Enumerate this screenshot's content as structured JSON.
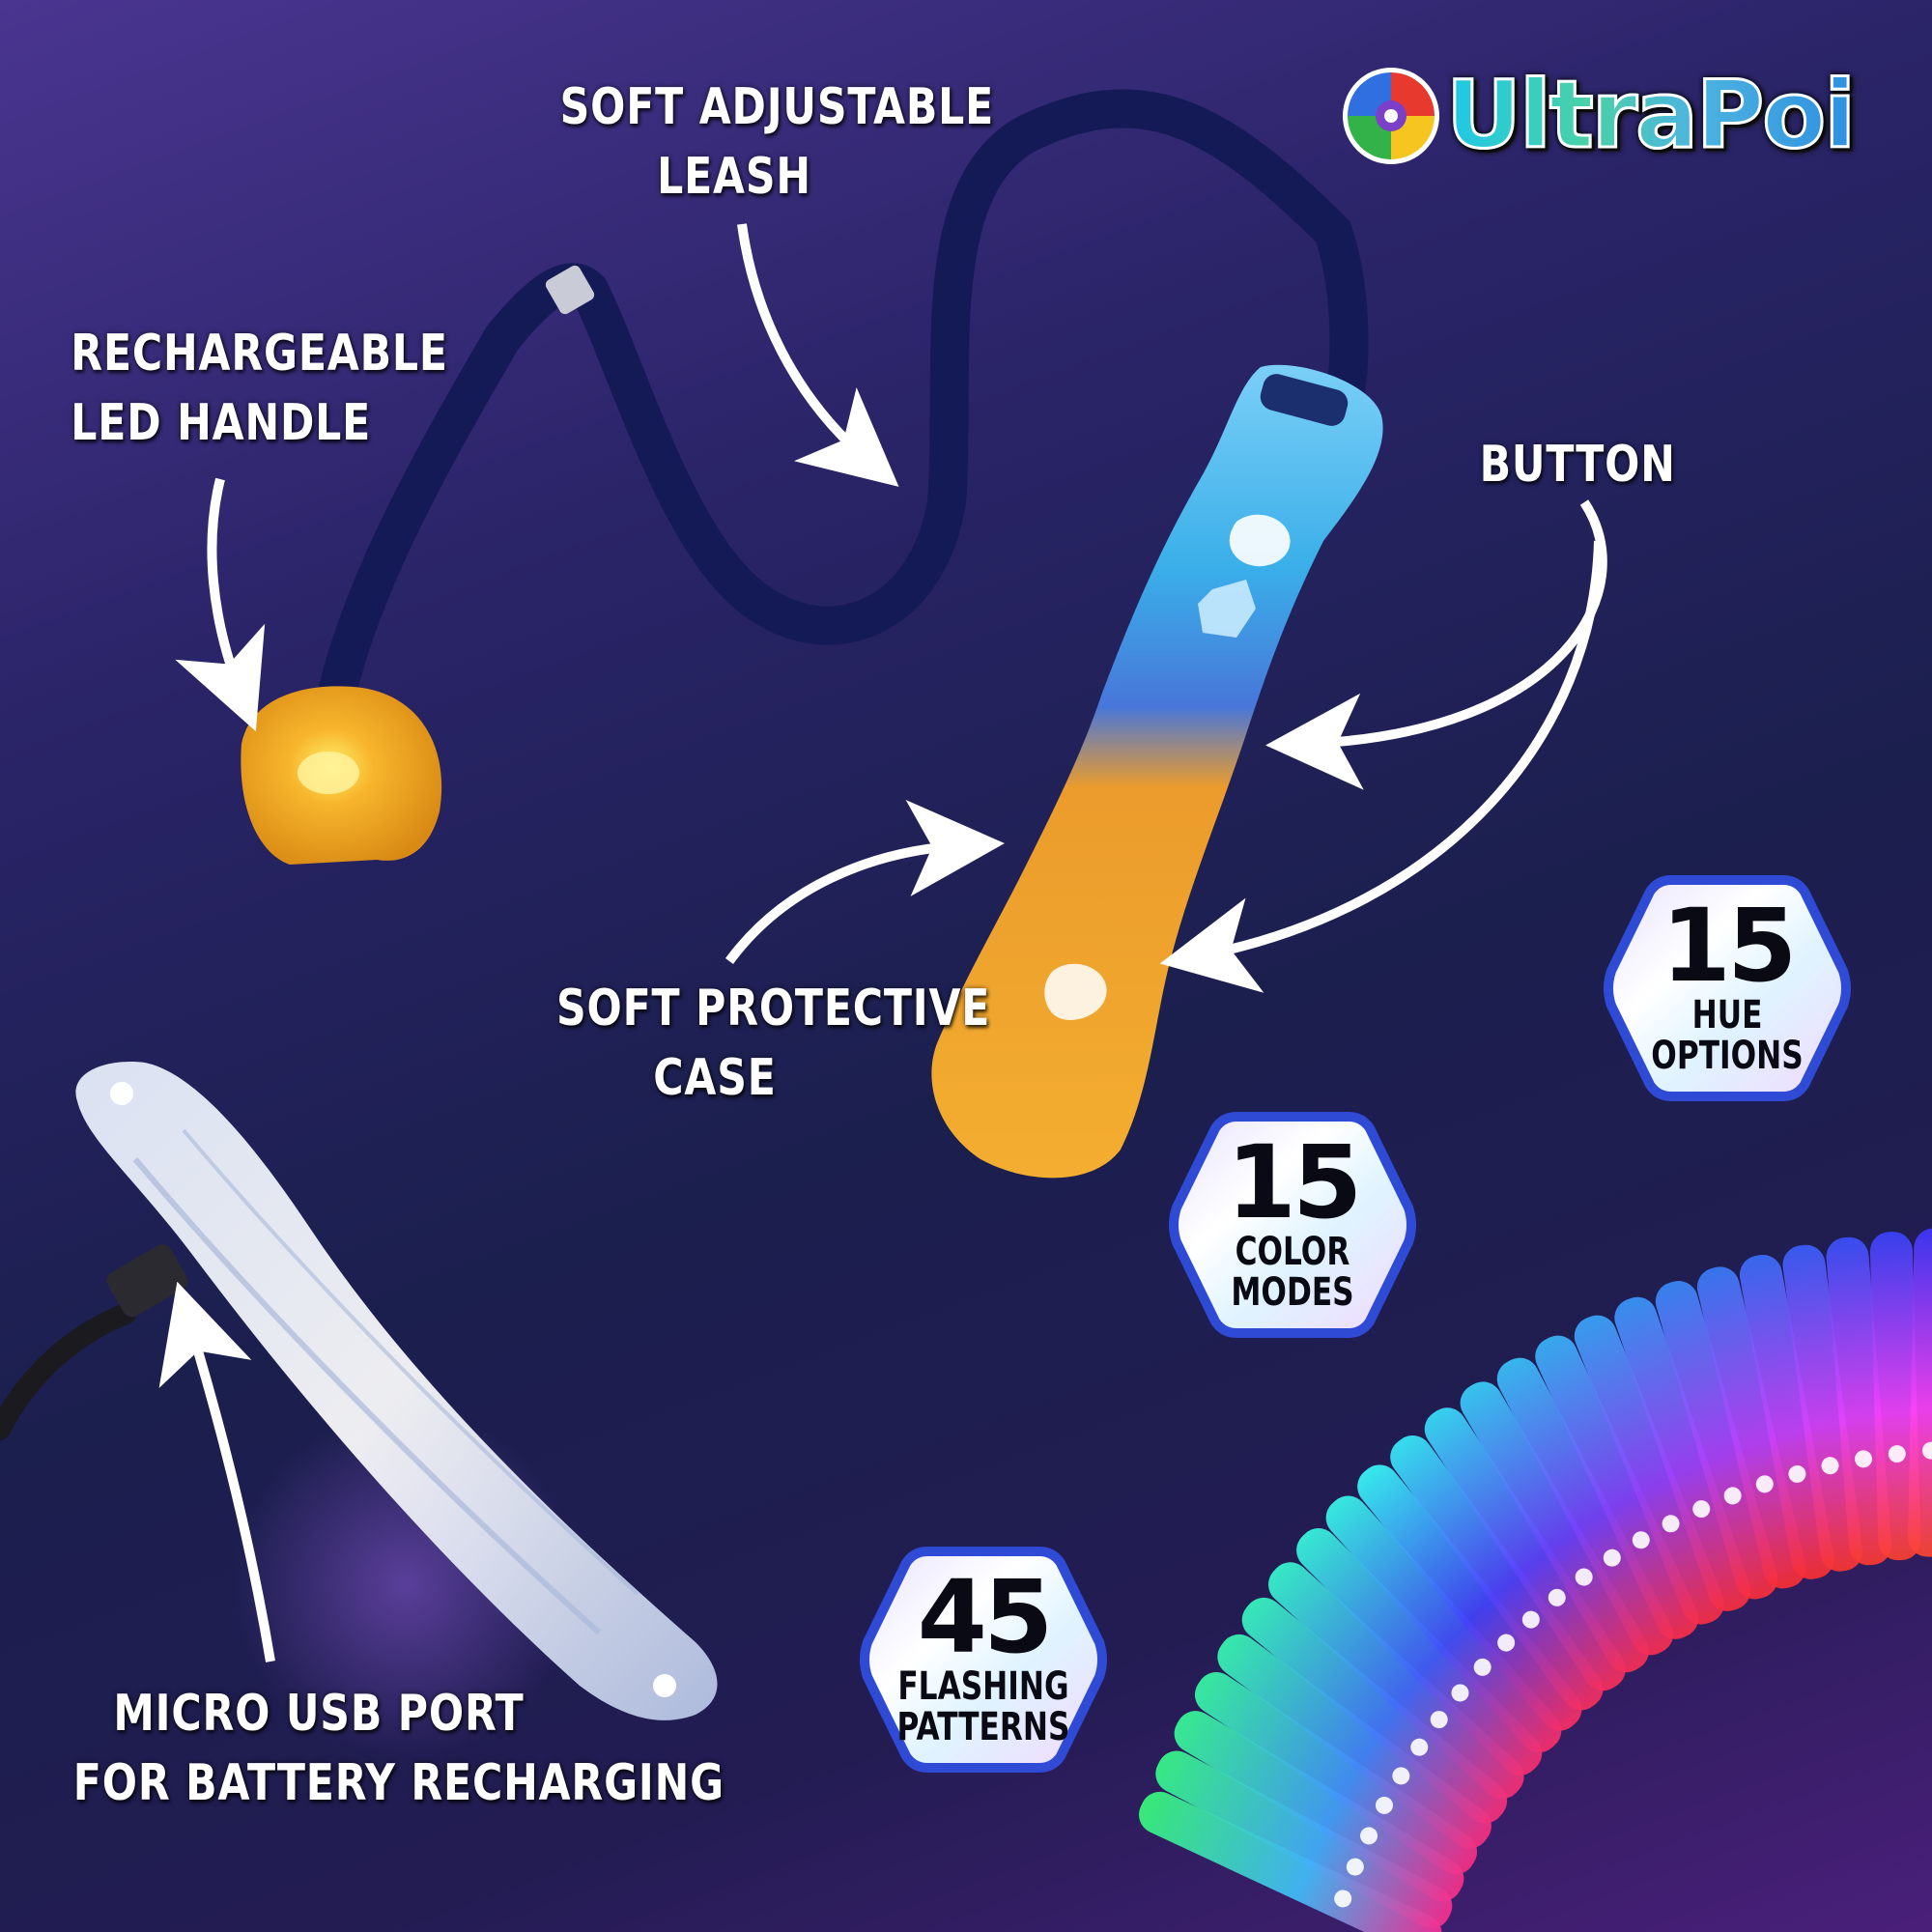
{
  "brand": {
    "name": "UltraPoi"
  },
  "labels": {
    "leash": [
      "SOFT ADJUSTABLE",
      "LEASH"
    ],
    "handle": [
      "RECHARGEABLE",
      "LED HANDLE"
    ],
    "button": "BUTTON",
    "case": [
      "SOFT PROTECTIVE",
      "CASE"
    ],
    "usb": [
      "MICRO USB PORT",
      "FOR BATTERY RECHARGING"
    ]
  },
  "badges": [
    {
      "number": "15",
      "line1": "HUE",
      "line2": "OPTIONS"
    },
    {
      "number": "15",
      "line1": "COLOR",
      "line2": "MODES"
    },
    {
      "number": "45",
      "line1": "FLASHING",
      "line2": "PATTERNS"
    }
  ],
  "colors": {
    "leash": "#141a55",
    "ball": "#f4a723",
    "case_top": "#35b8ee",
    "case_bottom": "#f7a224",
    "badge_border": "#2f4bd6",
    "arrow": "#ffffff"
  },
  "icons": [
    "logo-swirl-icon",
    "usb-cable-icon",
    "button-icon"
  ]
}
